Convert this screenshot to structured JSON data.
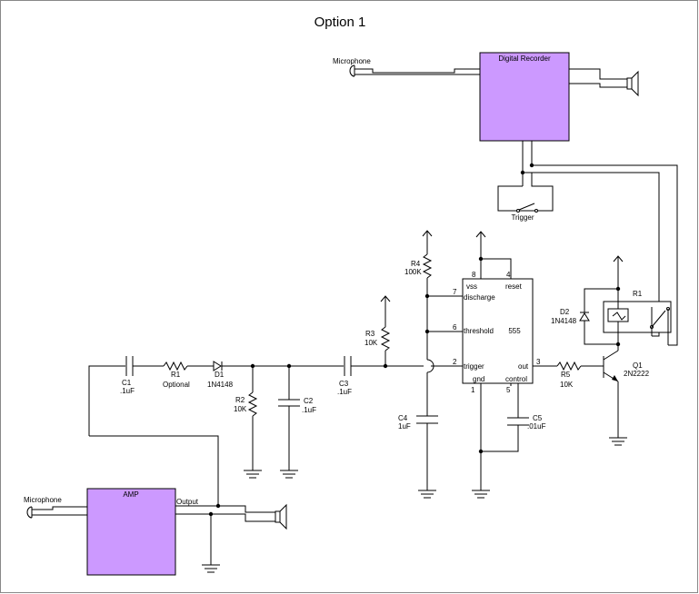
{
  "title": "Option 1",
  "blocks": {
    "recorder": "Digital Recorder",
    "amp": "AMP",
    "amp_output": "Output"
  },
  "microphones": {
    "top": "Microphone",
    "bottom": "Microphone"
  },
  "trigger": "Trigger",
  "ic": {
    "name": "555",
    "pins": {
      "p8": "8",
      "vss": "vss",
      "p4": "4",
      "reset": "reset",
      "p7": "7",
      "discharge": "discharge",
      "p6": "6",
      "threshold": "threshold",
      "p2": "2",
      "trigger": "trigger",
      "p3": "3",
      "out": "out",
      "p1": "1",
      "gnd": "gnd",
      "p5": "5",
      "control": "control"
    }
  },
  "components": {
    "c1": {
      "ref": "C1",
      "value": ".1uF"
    },
    "r1": {
      "ref": "R1",
      "value": "Optional"
    },
    "d1": {
      "ref": "D1",
      "value": "1N4148"
    },
    "r2": {
      "ref": "R2",
      "value": "10K"
    },
    "c2": {
      "ref": "C2",
      "value": ".1uF"
    },
    "c3": {
      "ref": "C3",
      "value": ".1uF"
    },
    "r3": {
      "ref": "R3",
      "value": "10K"
    },
    "r4": {
      "ref": "R4",
      "value": "100K"
    },
    "c4": {
      "ref": "C4",
      "value": "1uF"
    },
    "c5": {
      "ref": "C5",
      "value": ".01uF"
    },
    "r5": {
      "ref": "R5",
      "value": "10K"
    },
    "q1": {
      "ref": "Q1",
      "value": "2N2222"
    },
    "d2": {
      "ref": "D2",
      "value": "1N4148"
    },
    "rl1": {
      "ref": "R1"
    }
  }
}
